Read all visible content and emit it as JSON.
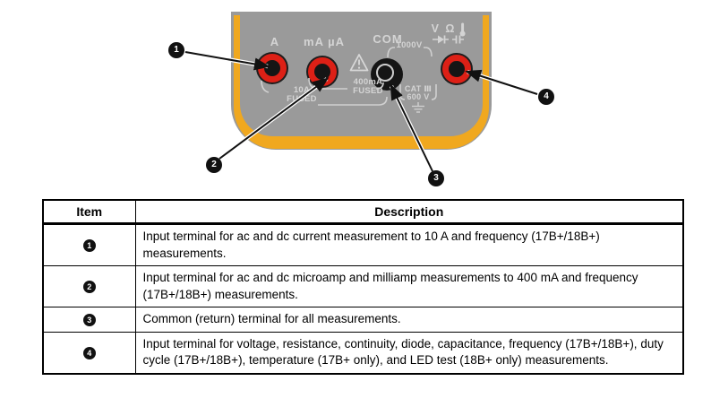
{
  "colors": {
    "body_gray": "#9a9a9a",
    "holster_yellow": "#f0a81f",
    "terminal_red": "#dd2016",
    "panel_label": "#d4d4d4",
    "callout": "#111111"
  },
  "figure": {
    "labels": {
      "terminal_a": "A",
      "terminal_ma": "mA µA",
      "terminal_com": "COM",
      "v_ohm": "V Ω",
      "v_1000": "1000V",
      "fuse_10a_line1": "10A",
      "fuse_10a_line2": "FUSED",
      "fuse_400ma_line1": "400mA",
      "fuse_400ma_line2": "FUSED",
      "cat_line1": "CAT Ⅲ",
      "cat_line2": "600 V"
    },
    "icons": [
      "warning-icon",
      "diode-icon",
      "capacitor-icon",
      "thermometer-icon",
      "ground-icon"
    ],
    "callouts": [
      {
        "number": "1"
      },
      {
        "number": "2"
      },
      {
        "number": "3"
      },
      {
        "number": "4"
      }
    ]
  },
  "table": {
    "headers": {
      "item": "Item",
      "description": "Description"
    },
    "rows": [
      {
        "item": "1",
        "description": "Input terminal for ac and dc current measurement to 10 A and frequency (17B+/18B+) measurements."
      },
      {
        "item": "2",
        "description": "Input terminal for ac and dc microamp and milliamp measurements to 400 mA and frequency (17B+/18B+) measurements."
      },
      {
        "item": "3",
        "description": "Common (return) terminal for all measurements."
      },
      {
        "item": "4",
        "description": "Input terminal for voltage, resistance, continuity, diode, capacitance, frequency (17B+/18B+), duty cycle (17B+/18B+), temperature (17B+ only), and LED test (18B+ only) measurements."
      }
    ]
  }
}
